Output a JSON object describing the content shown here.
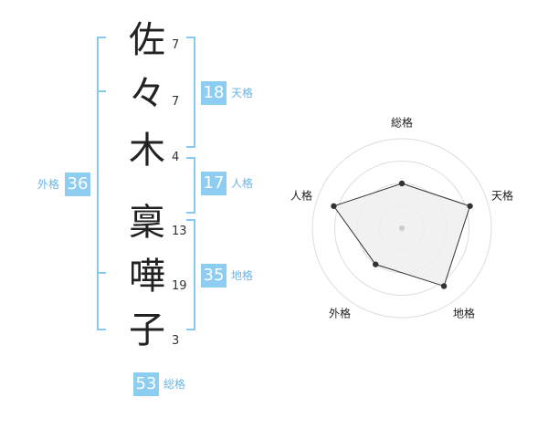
{
  "name": {
    "chars": [
      {
        "char": "佐",
        "strokes": "7"
      },
      {
        "char": "々",
        "strokes": "7"
      },
      {
        "char": "木",
        "strokes": "4"
      },
      {
        "char": "稟",
        "strokes": "13"
      },
      {
        "char": "嘩",
        "strokes": "19"
      },
      {
        "char": "子",
        "strokes": "3"
      }
    ]
  },
  "fortunes": {
    "tenkaku": {
      "value": "18",
      "label": "天格"
    },
    "jinkaku": {
      "value": "17",
      "label": "人格"
    },
    "chikaku": {
      "value": "35",
      "label": "地格"
    },
    "gaikaku": {
      "value": "36",
      "label": "外格"
    },
    "soukaku": {
      "value": "53",
      "label": "総格"
    }
  },
  "chart_data": {
    "type": "radar",
    "axes": [
      "総格",
      "天格",
      "地格",
      "外格",
      "人格"
    ],
    "values": [
      0.5,
      0.8,
      0.8,
      0.5,
      0.8
    ],
    "max": 1,
    "rings": 4,
    "colors": {
      "fill": "#efefef",
      "stroke": "#333333",
      "ring": "#dddddd",
      "center": "#cccccc"
    }
  }
}
